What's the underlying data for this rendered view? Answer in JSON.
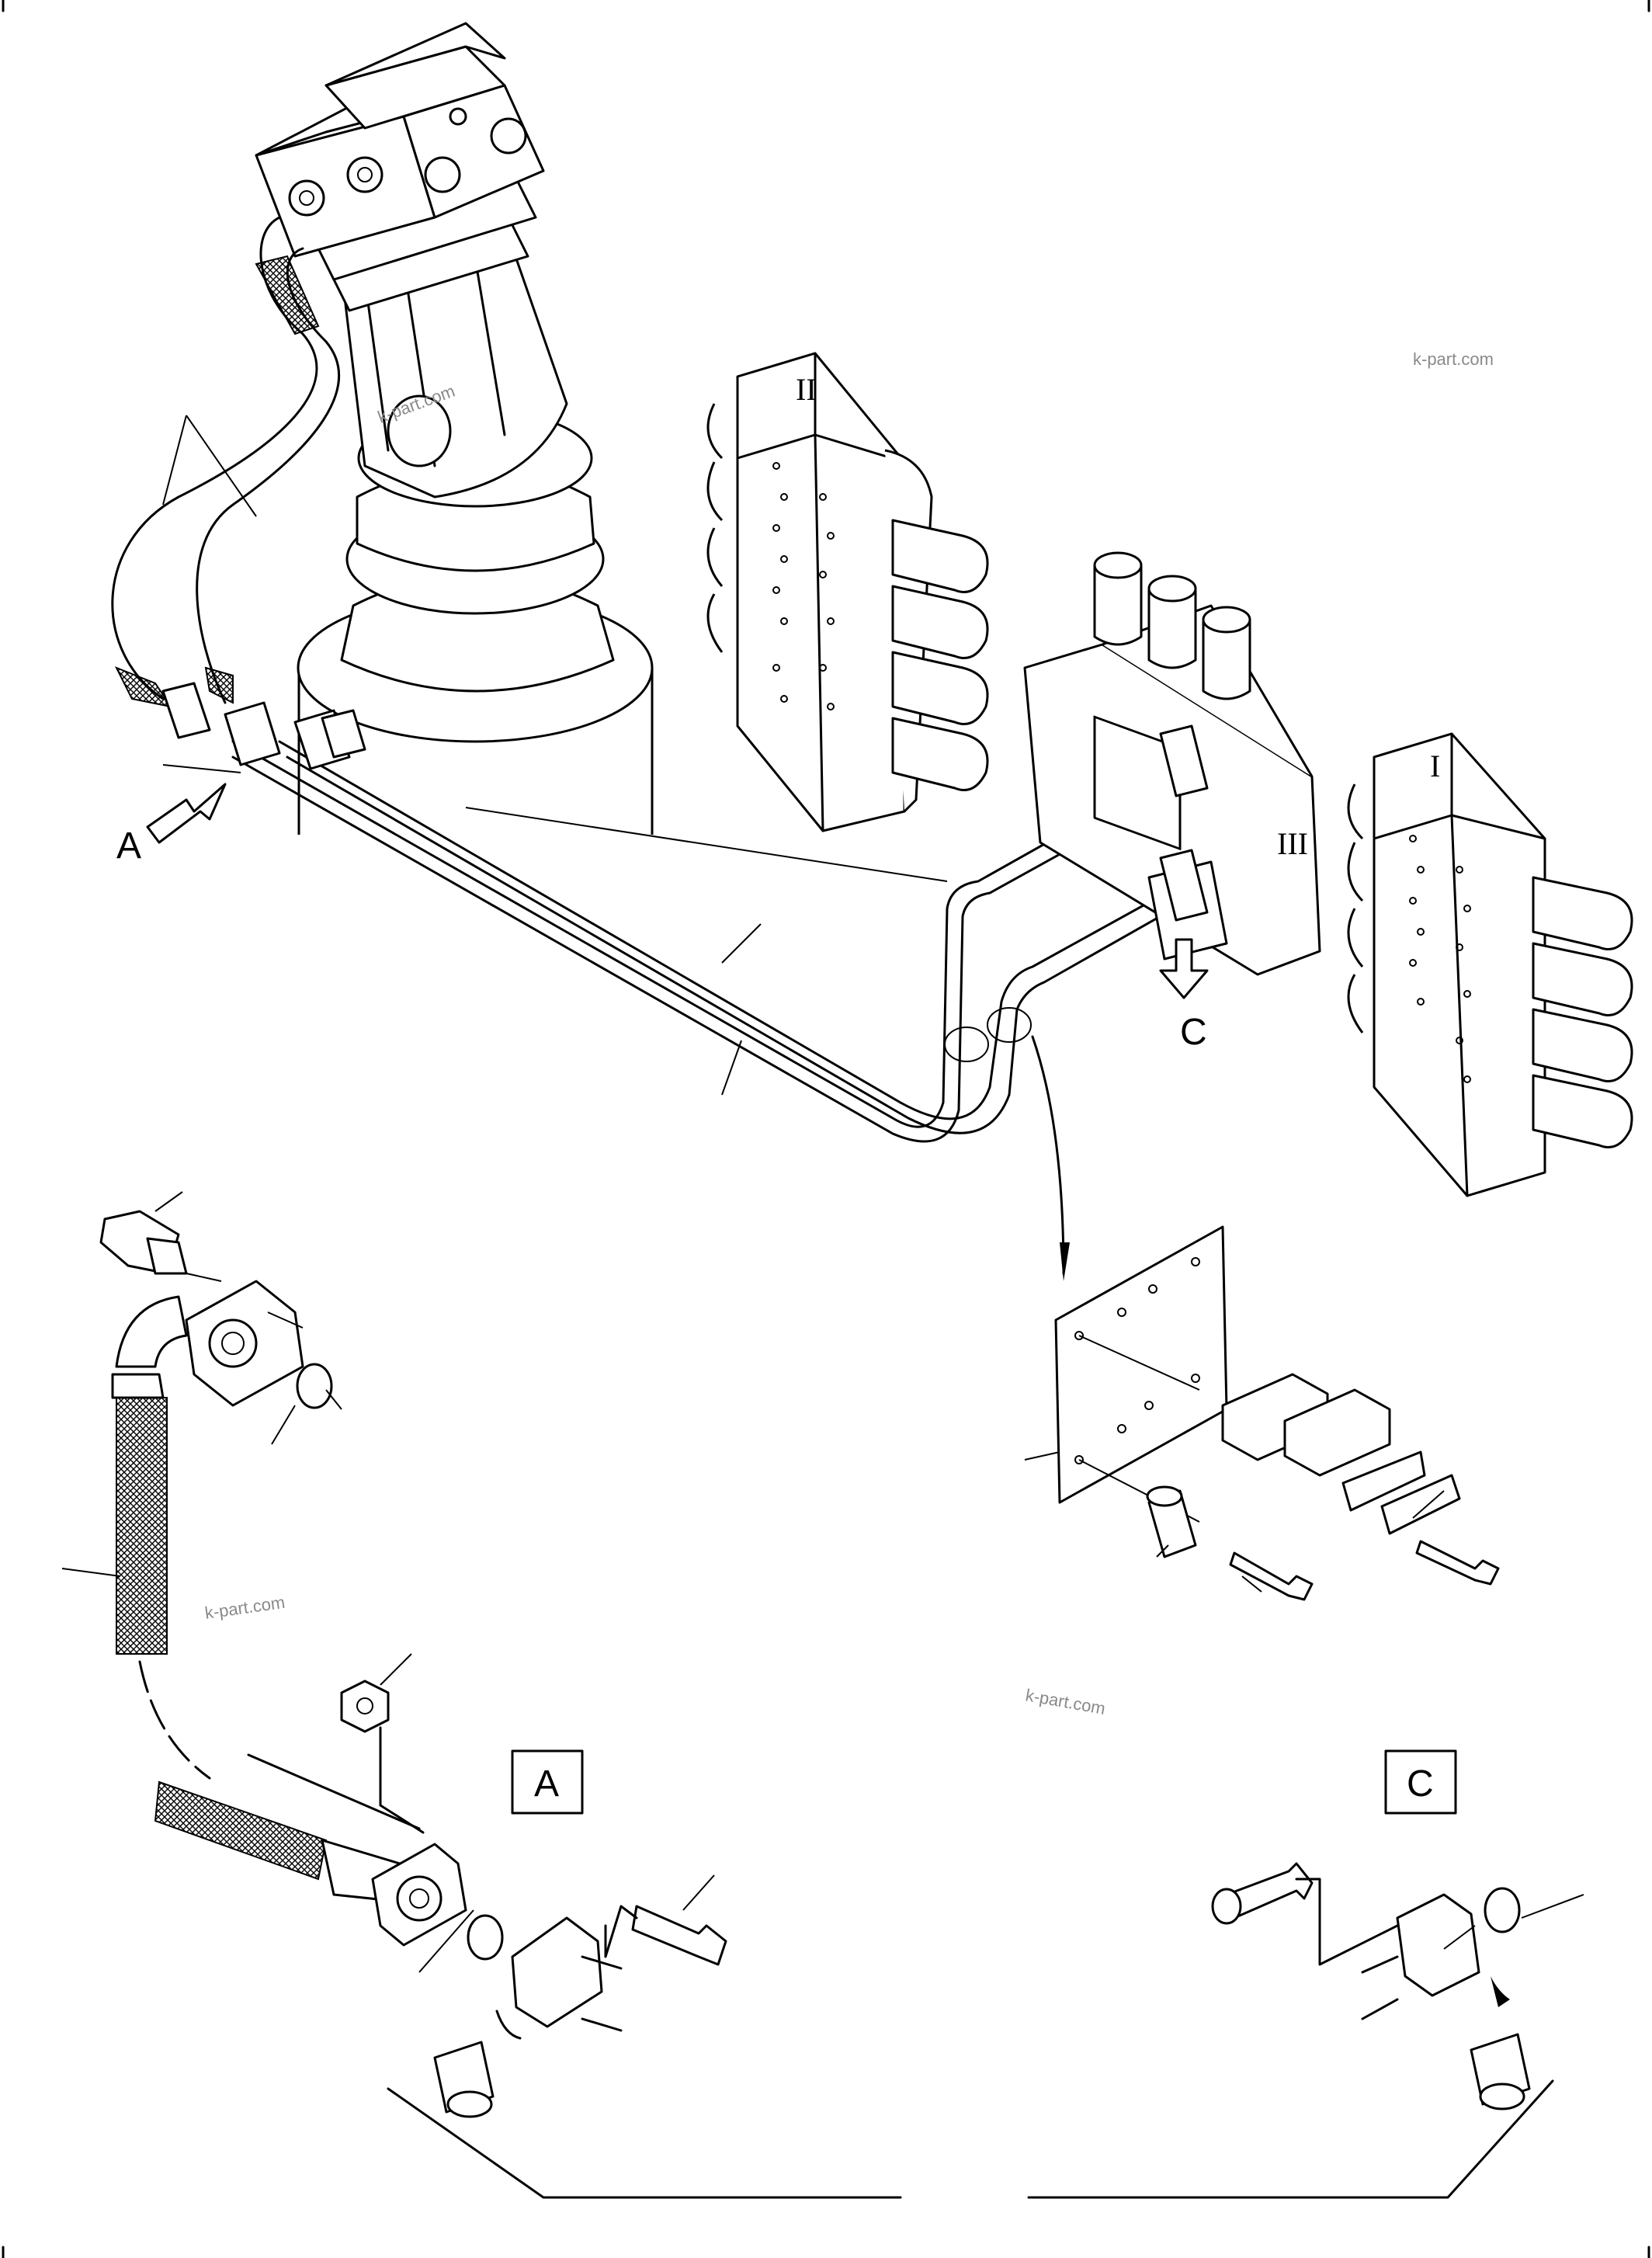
{
  "labels": {
    "view_a_arrow": "A",
    "view_c_arrow": "C",
    "detail_a_box": "A",
    "detail_c_box": "C",
    "valve_1": "I",
    "valve_2": "II",
    "valve_3": "III"
  },
  "watermarks": [
    "k-part.com",
    "k-part.com",
    "k-part.com",
    "k-part.com"
  ],
  "colors": {
    "line": "#000000",
    "background": "#ffffff",
    "watermark": "#8a8a8a"
  }
}
